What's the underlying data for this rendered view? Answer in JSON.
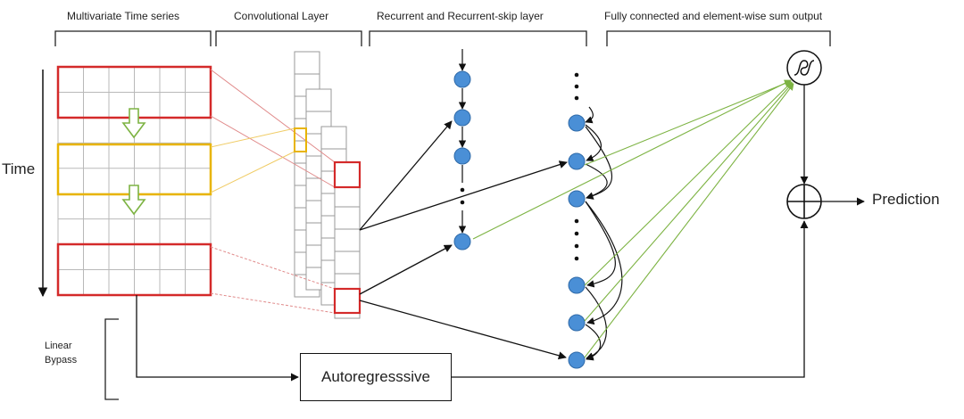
{
  "sections": {
    "input": "Multivariate Time series",
    "conv": "Convolutional Layer",
    "recurrent": "Recurrent and Recurrent-skip layer",
    "output": "Fully connected and element-wise sum output"
  },
  "labels": {
    "time": "Time",
    "linear_bypass_line1": "Linear",
    "linear_bypass_line2": "Bypass",
    "autoregressive": "Autoregresssive",
    "prediction": "Prediction"
  },
  "colors": {
    "window_red": "#d42a2a",
    "window_yellow": "#e8b400",
    "node_fill": "#4a8fd6",
    "node_stroke": "#2f6aa8",
    "green_arrow": "#7db343",
    "grid_line": "#b9b9b9"
  },
  "icons": {
    "activation": "sigmoid-icon",
    "sum": "plus-circle-icon",
    "shift": "hollow-down-arrow-icon"
  }
}
